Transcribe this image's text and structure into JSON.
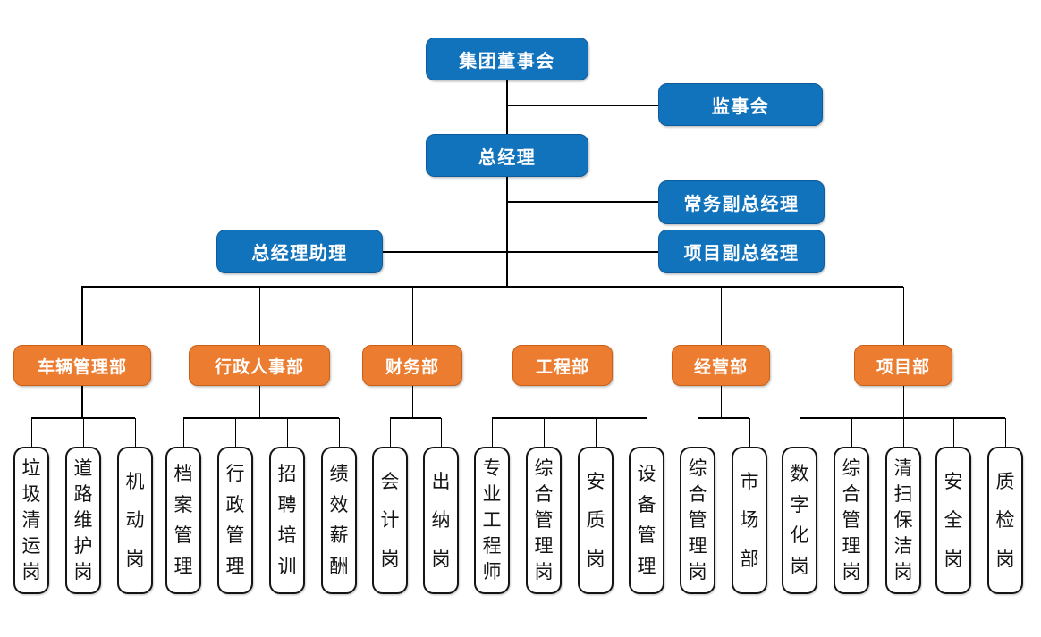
{
  "colors": {
    "blue": "#1273BD",
    "blue_border": "#0d5b9c",
    "orange": "#EC7C2F",
    "orange_border": "#c96016",
    "line": "#000000"
  },
  "nodes": {
    "board": {
      "label": "集团董事会"
    },
    "supervisory": {
      "label": "监事会"
    },
    "gm": {
      "label": "总经理"
    },
    "exec_deputy": {
      "label": "常务副总经理"
    },
    "gm_assistant": {
      "label": "总经理助理"
    },
    "project_deputy": {
      "label": "项目副总经理"
    }
  },
  "departments": [
    {
      "label": "车辆管理部",
      "positions": [
        "垃圾清运岗",
        "道路维护岗",
        "机动岗"
      ]
    },
    {
      "label": "行政人事部",
      "positions": [
        "档案管理",
        "行政管理",
        "招聘培训",
        "绩效薪酬"
      ]
    },
    {
      "label": "财务部",
      "positions": [
        "会计岗",
        "出纳岗"
      ]
    },
    {
      "label": "工程部",
      "positions": [
        "专业工程师",
        "综合管理岗",
        "安质岗",
        "设备管理"
      ]
    },
    {
      "label": "经营部",
      "positions": [
        "综合管理岗",
        "市场部"
      ]
    },
    {
      "label": "项目部",
      "positions": [
        "数字化岗",
        "综合管理岗",
        "清扫保洁岗",
        "安全岗",
        "质检岗"
      ]
    }
  ]
}
